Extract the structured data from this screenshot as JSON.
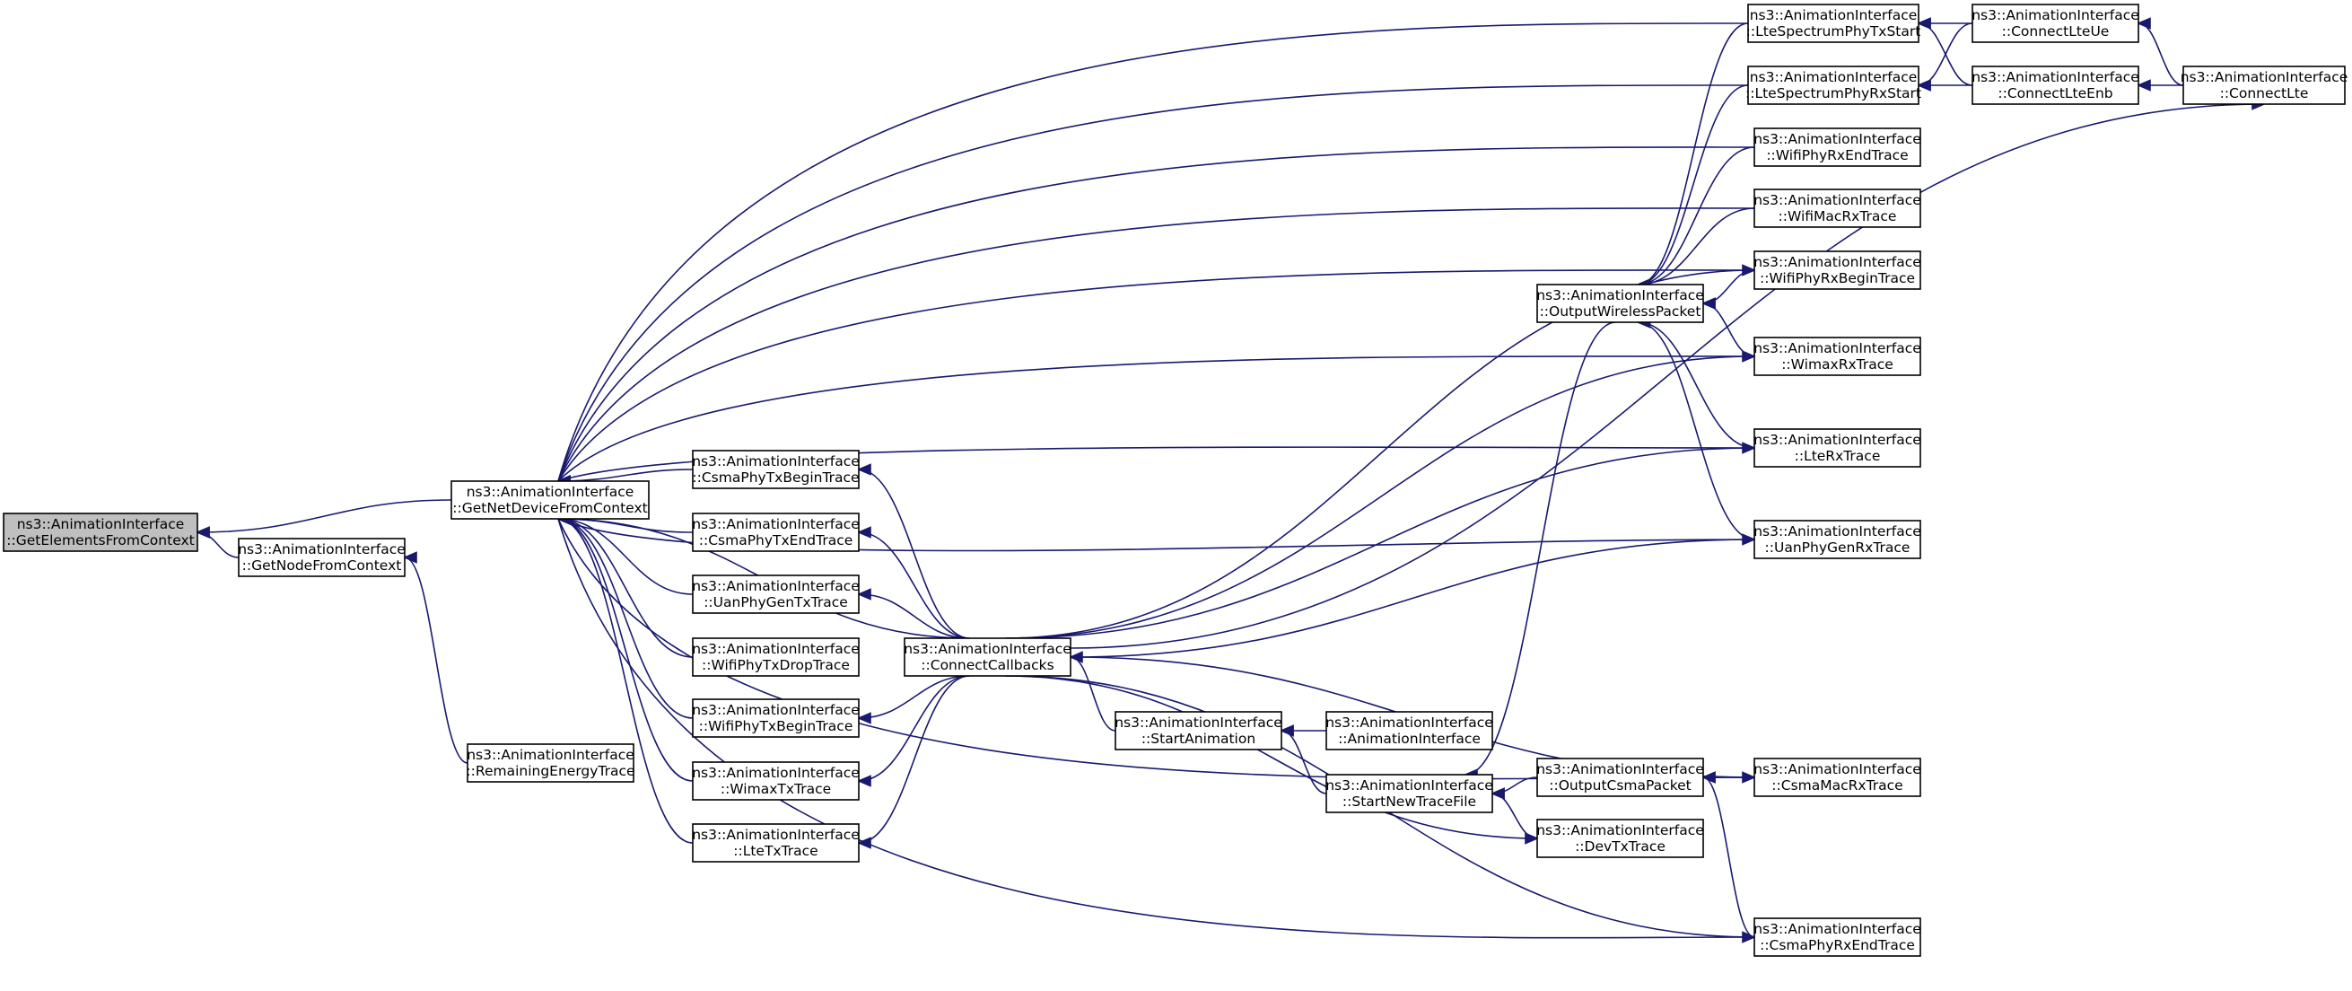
{
  "graph": {
    "colors": {
      "edge": "#191970",
      "node_border": "#000000",
      "root_fill": "#bfbfbf",
      "node_fill": "#ffffff"
    },
    "nodes": [
      {
        "id": "n_getelements",
        "line1": "ns3::AnimationInterface",
        "line2": "::GetElementsFromContext",
        "root": true
      },
      {
        "id": "n_getnetdevice",
        "line1": "ns3::AnimationInterface",
        "line2": "::GetNetDeviceFromContext"
      },
      {
        "id": "n_getnode",
        "line1": "ns3::AnimationInterface",
        "line2": "::GetNodeFromContext"
      },
      {
        "id": "n_remainingenergy",
        "line1": "ns3::AnimationInterface",
        "line2": "::RemainingEnergyTrace"
      },
      {
        "id": "n_csmaphytxbegin",
        "line1": "ns3::AnimationInterface",
        "line2": "::CsmaPhyTxBeginTrace"
      },
      {
        "id": "n_csmaphytxend",
        "line1": "ns3::AnimationInterface",
        "line2": "::CsmaPhyTxEndTrace"
      },
      {
        "id": "n_uanphygentx",
        "line1": "ns3::AnimationInterface",
        "line2": "::UanPhyGenTxTrace"
      },
      {
        "id": "n_wifiphytxdrop",
        "line1": "ns3::AnimationInterface",
        "line2": "::WifiPhyTxDropTrace"
      },
      {
        "id": "n_wifiphytxbegin",
        "line1": "ns3::AnimationInterface",
        "line2": "::WifiPhyTxBeginTrace"
      },
      {
        "id": "n_wimaxtx",
        "line1": "ns3::AnimationInterface",
        "line2": "::WimaxTxTrace"
      },
      {
        "id": "n_ltetx",
        "line1": "ns3::AnimationInterface",
        "line2": "::LteTxTrace"
      },
      {
        "id": "n_connectcallbacks",
        "line1": "ns3::AnimationInterface",
        "line2": "::ConnectCallbacks"
      },
      {
        "id": "n_startanimation",
        "line1": "ns3::AnimationInterface",
        "line2": "::StartAnimation"
      },
      {
        "id": "n_animationinterface",
        "line1": "ns3::AnimationInterface",
        "line2": "::AnimationInterface"
      },
      {
        "id": "n_startnewtracefile",
        "line1": "ns3::AnimationInterface",
        "line2": "::StartNewTraceFile"
      },
      {
        "id": "n_outputcsmapacket",
        "line1": "ns3::AnimationInterface",
        "line2": "::OutputCsmaPacket"
      },
      {
        "id": "n_devtx",
        "line1": "ns3::AnimationInterface",
        "line2": "::DevTxTrace"
      },
      {
        "id": "n_outputwireless",
        "line1": "ns3::AnimationInterface",
        "line2": "::OutputWirelessPacket"
      },
      {
        "id": "n_ltespectxstart",
        "line1": "ns3::AnimationInterface",
        "line2": "::LteSpectrumPhyTxStart"
      },
      {
        "id": "n_ltespecrxstart",
        "line1": "ns3::AnimationInterface",
        "line2": "::LteSpectrumPhyRxStart"
      },
      {
        "id": "n_wifiphyrxend",
        "line1": "ns3::AnimationInterface",
        "line2": "::WifiPhyRxEndTrace"
      },
      {
        "id": "n_wifimacrx",
        "line1": "ns3::AnimationInterface",
        "line2": "::WifiMacRxTrace"
      },
      {
        "id": "n_wifiphyrxbegin",
        "line1": "ns3::AnimationInterface",
        "line2": "::WifiPhyRxBeginTrace"
      },
      {
        "id": "n_wimaxrx",
        "line1": "ns3::AnimationInterface",
        "line2": "::WimaxRxTrace"
      },
      {
        "id": "n_lterx",
        "line1": "ns3::AnimationInterface",
        "line2": "::LteRxTrace"
      },
      {
        "id": "n_uanphygenrx",
        "line1": "ns3::AnimationInterface",
        "line2": "::UanPhyGenRxTrace"
      },
      {
        "id": "n_csmamacrx",
        "line1": "ns3::AnimationInterface",
        "line2": "::CsmaMacRxTrace"
      },
      {
        "id": "n_csmaphyrxend",
        "line1": "ns3::AnimationInterface",
        "line2": "::CsmaPhyRxEndTrace"
      },
      {
        "id": "n_connectlteue",
        "line1": "ns3::AnimationInterface",
        "line2": "::ConnectLteUe"
      },
      {
        "id": "n_connectlteenb",
        "line1": "ns3::AnimationInterface",
        "line2": "::ConnectLteEnb"
      },
      {
        "id": "n_connectlte",
        "line1": "ns3::AnimationInterface",
        "line2": "::ConnectLte"
      }
    ],
    "edges": [
      {
        "from": "n_getnetdevice",
        "to": "n_getelements"
      },
      {
        "from": "n_getnode",
        "to": "n_getelements"
      },
      {
        "from": "n_remainingenergy",
        "to": "n_getnode"
      },
      {
        "from": "n_csmaphytxbegin",
        "to": "n_getnetdevice"
      },
      {
        "from": "n_csmaphytxend",
        "to": "n_getnetdevice"
      },
      {
        "from": "n_uanphygentx",
        "to": "n_getnetdevice"
      },
      {
        "from": "n_wifiphytxdrop",
        "to": "n_getnetdevice"
      },
      {
        "from": "n_wifiphytxbegin",
        "to": "n_getnetdevice"
      },
      {
        "from": "n_wimaxtx",
        "to": "n_getnetdevice"
      },
      {
        "from": "n_ltetx",
        "to": "n_getnetdevice"
      },
      {
        "from": "n_connectcallbacks",
        "to": "n_getnetdevice"
      },
      {
        "from": "n_ltespectxstart",
        "to": "n_getnetdevice"
      },
      {
        "from": "n_ltespecrxstart",
        "to": "n_getnetdevice"
      },
      {
        "from": "n_wifiphyrxend",
        "to": "n_getnetdevice"
      },
      {
        "from": "n_wifimacrx",
        "to": "n_getnetdevice"
      },
      {
        "from": "n_wifiphyrxbegin",
        "to": "n_getnetdevice"
      },
      {
        "from": "n_wimaxrx",
        "to": "n_getnetdevice"
      },
      {
        "from": "n_lterx",
        "to": "n_getnetdevice"
      },
      {
        "from": "n_uanphygenrx",
        "to": "n_getnetdevice"
      },
      {
        "from": "n_csmamacrx",
        "to": "n_getnetdevice"
      },
      {
        "from": "n_csmaphyrxend",
        "to": "n_getnetdevice"
      },
      {
        "from": "n_connectcallbacks",
        "to": "n_csmaphytxbegin"
      },
      {
        "from": "n_connectcallbacks",
        "to": "n_csmaphytxend"
      },
      {
        "from": "n_connectcallbacks",
        "to": "n_uanphygentx"
      },
      {
        "from": "n_connectcallbacks",
        "to": "n_wifiphytxbegin"
      },
      {
        "from": "n_connectcallbacks",
        "to": "n_wimaxtx"
      },
      {
        "from": "n_connectcallbacks",
        "to": "n_ltetx"
      },
      {
        "from": "n_startanimation",
        "to": "n_connectcallbacks"
      },
      {
        "from": "n_animationinterface",
        "to": "n_startanimation"
      },
      {
        "from": "n_startnewtracefile",
        "to": "n_startanimation"
      },
      {
        "from": "n_outputcsmapacket",
        "to": "n_startnewtracefile"
      },
      {
        "from": "n_devtx",
        "to": "n_startnewtracefile"
      },
      {
        "from": "n_outputwireless",
        "to": "n_startnewtracefile"
      },
      {
        "from": "n_csmamacrx",
        "to": "n_outputcsmapacket"
      },
      {
        "from": "n_csmaphyrxend",
        "to": "n_outputcsmapacket"
      },
      {
        "from": "n_ltespectxstart",
        "to": "n_outputwireless"
      },
      {
        "from": "n_ltespecrxstart",
        "to": "n_outputwireless"
      },
      {
        "from": "n_wifiphyrxend",
        "to": "n_outputwireless"
      },
      {
        "from": "n_wifimacrx",
        "to": "n_outputwireless"
      },
      {
        "from": "n_wifiphyrxbegin",
        "to": "n_outputwireless"
      },
      {
        "from": "n_wimaxrx",
        "to": "n_outputwireless"
      },
      {
        "from": "n_lterx",
        "to": "n_outputwireless"
      },
      {
        "from": "n_uanphygenrx",
        "to": "n_outputwireless"
      },
      {
        "from": "n_connectcallbacks",
        "to": "n_wifiphyrxbegin"
      },
      {
        "from": "n_connectcallbacks",
        "to": "n_wimaxrx"
      },
      {
        "from": "n_connectcallbacks",
        "to": "n_lterx"
      },
      {
        "from": "n_connectcallbacks",
        "to": "n_uanphygenrx"
      },
      {
        "from": "n_connectcallbacks",
        "to": "n_csmamacrx"
      },
      {
        "from": "n_connectcallbacks",
        "to": "n_csmaphyrxend"
      },
      {
        "from": "n_connectcallbacks",
        "to": "n_devtx"
      },
      {
        "from": "n_connectcallbacks",
        "to": "n_connectlte"
      },
      {
        "from": "n_connectlteue",
        "to": "n_ltespectxstart"
      },
      {
        "from": "n_connectlteenb",
        "to": "n_ltespectxstart"
      },
      {
        "from": "n_connectlteue",
        "to": "n_ltespecrxstart"
      },
      {
        "from": "n_connectlteenb",
        "to": "n_ltespecrxstart"
      },
      {
        "from": "n_connectlte",
        "to": "n_connectlteue"
      },
      {
        "from": "n_connectlte",
        "to": "n_connectlteenb"
      }
    ]
  }
}
